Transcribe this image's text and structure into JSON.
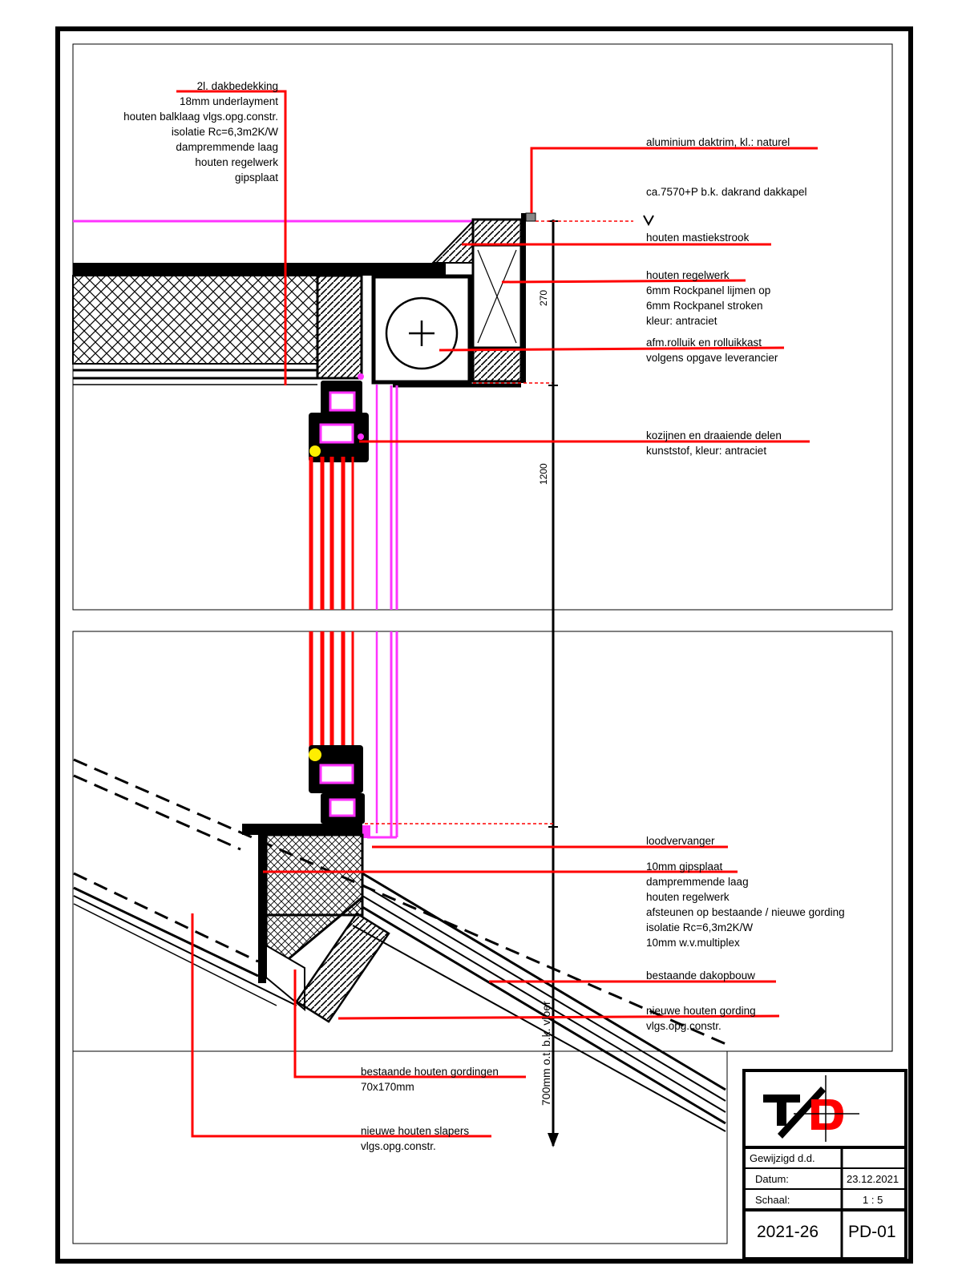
{
  "colors": {
    "leader": "#ff0000",
    "vapour": "#ff33ff",
    "frame": "#000000",
    "glass": "#ff0000",
    "seal": "#ffee00"
  },
  "labels_top_left": [
    "2l. dakbedekking",
    "18mm underlayment",
    "houten balklaag vlgs.opg.constr.",
    "isolatie Rc=6,3m2K/W",
    "dampremmende laag",
    "houten regelwerk",
    "gipsplaat"
  ],
  "label_daktrim": "aluminium daktrim, kl.: naturel",
  "label_dakrand": "ca.7570+P b.k. dakrand dakkapel",
  "label_mastiek": "houten mastiekstrook",
  "label_regelwerk": [
    "houten regelwerk",
    "6mm Rockpanel lijmen op",
    "6mm Rockpanel stroken",
    "kleur: antraciet"
  ],
  "label_rolluik": [
    "afm.rolluik en rolluikkast",
    "volgens opgave leverancier"
  ],
  "label_kozijnen": [
    "kozijnen en draaiende delen",
    "kunststof, kleur: antraciet"
  ],
  "label_loodvervanger": "loodvervanger",
  "label_binnen": [
    "10mm gipsplaat",
    "dampremmende laag",
    "houten regelwerk",
    "afsteunen op bestaande / nieuwe gording",
    "isolatie Rc=6,3m2K/W",
    "10mm w.v.multiplex"
  ],
  "label_dakopbouw": "bestaande dakopbouw",
  "label_gording": [
    "nieuwe houten gording",
    "vlgs.opg.constr."
  ],
  "label_gordingen": [
    "bestaande houten gordingen",
    "70x170mm"
  ],
  "label_slapers": [
    "nieuwe houten slapers",
    "vlgs.opg.constr."
  ],
  "dimensions": {
    "d1": "270",
    "d2": "1200",
    "d3": "700mm o.t. b.k. vloer"
  },
  "title_block": {
    "gewijzigd_label": "Gewijzigd d.d.",
    "gewijzigd_value": "",
    "datum_label": "Datum:",
    "datum_value": "23.12.2021",
    "schaal_label": "Schaal:",
    "schaal_value": "1 : 5",
    "project_number": "2021-26",
    "drawing_number": "PD-01"
  }
}
